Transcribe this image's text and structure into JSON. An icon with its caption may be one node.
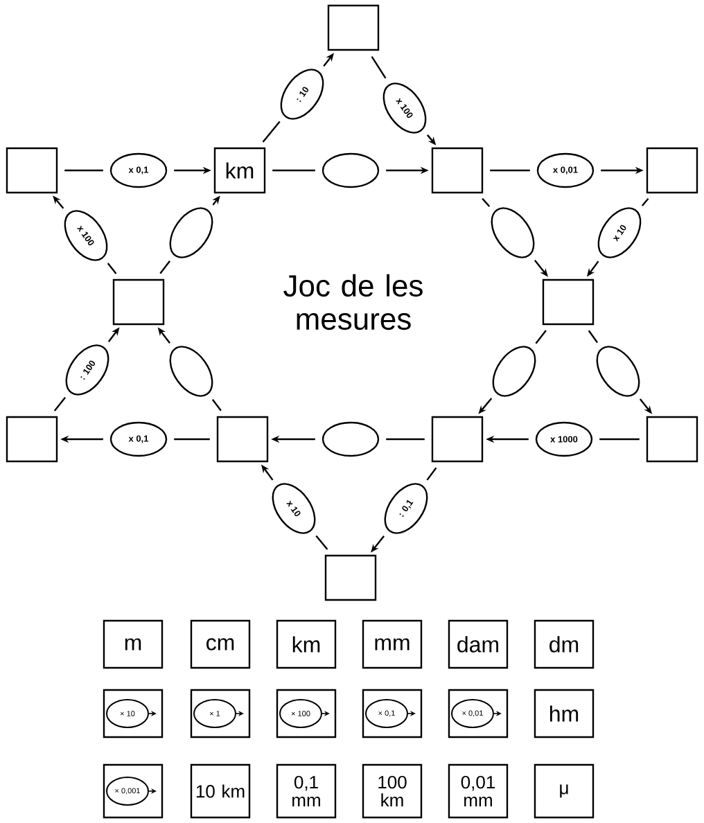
{
  "diagram": {
    "title": "Joc de les mesures",
    "nodes": [
      {
        "text": [],
        "shape": "box"
      },
      {
        "text": [],
        "shape": "box"
      },
      {
        "text": [
          "km"
        ]
      },
      {
        "text": [],
        "shape": "box"
      },
      {
        "text": [],
        "shape": "box"
      },
      {
        "text": [],
        "shape": "box"
      },
      {
        "text": [],
        "shape": "box"
      },
      {
        "text": [],
        "shape": "box"
      },
      {
        "text": [],
        "shape": "box"
      },
      {
        "text": [],
        "shape": "box"
      },
      {
        "text": [],
        "shape": "box"
      },
      {
        "text": [],
        "shape": "box"
      },
      {
        "text": [
          ": 10"
        ]
      },
      {
        "text": [
          "x 100"
        ]
      },
      {
        "text": [
          "x 0,1"
        ]
      },
      {
        "text": [],
        "shape": "ellipse"
      },
      {
        "text": [
          "x 0,01"
        ]
      },
      {
        "text": [
          "x 100"
        ]
      },
      {
        "text": [],
        "shape": "ellipse"
      },
      {
        "text": [],
        "shape": "ellipse"
      },
      {
        "text": [
          "x 10"
        ]
      },
      {
        "text": [
          ": 100"
        ]
      },
      {
        "text": [],
        "shape": "ellipse"
      },
      {
        "text": [],
        "shape": "ellipse"
      },
      {
        "text": [],
        "shape": "ellipse"
      },
      {
        "text": [
          "x 0,1"
        ]
      },
      {
        "text": [],
        "shape": "ellipse"
      },
      {
        "text": [
          "x 1000"
        ]
      },
      {
        "text": [
          "x 10"
        ]
      },
      {
        "text": [
          ": 0,1"
        ]
      },
      {
        "text": [
          "m"
        ]
      },
      {
        "text": [
          "cm"
        ]
      },
      {
        "text": [
          "km"
        ]
      },
      {
        "text": [
          "mm"
        ]
      },
      {
        "text": [
          "dam"
        ]
      },
      {
        "text": [
          "dm"
        ]
      },
      {
        "text": [],
        "shape": "box"
      },
      {
        "text": [
          "× 10"
        ],
        "in": 36
      },
      {
        "text": [],
        "shape": "box"
      },
      {
        "text": [
          "× 1"
        ],
        "in": 38
      },
      {
        "text": [],
        "shape": "box"
      },
      {
        "text": [
          "× 100"
        ],
        "in": 40
      },
      {
        "text": [],
        "shape": "box"
      },
      {
        "text": [
          "× 0,1"
        ],
        "in": 42
      },
      {
        "text": [],
        "shape": "box"
      },
      {
        "text": [
          "× 0,01"
        ],
        "in": 44
      },
      {
        "text": [
          "hm"
        ]
      },
      {
        "text": [],
        "shape": "box"
      },
      {
        "text": [
          "× 0,001"
        ],
        "in": 47
      },
      {
        "text": [
          "10 km"
        ]
      },
      {
        "text": [
          "0,1 mm"
        ]
      },
      {
        "text": [
          "100 km"
        ]
      },
      {
        "text": [
          "0,01 mm"
        ]
      },
      {
        "text": [
          "μ"
        ]
      }
    ],
    "edges": [
      {
        "from": 2,
        "to": 12,
        "arrow": "none"
      },
      {
        "from": 12,
        "to": 0,
        "arrow": "to"
      },
      {
        "from": 0,
        "to": 13,
        "arrow": "none"
      },
      {
        "from": 13,
        "to": 3,
        "arrow": "to"
      },
      {
        "from": 1,
        "to": 14,
        "arrow": "none"
      },
      {
        "from": 14,
        "to": 2,
        "arrow": "to"
      },
      {
        "from": 2,
        "to": 15,
        "arrow": "none"
      },
      {
        "from": 15,
        "to": 3,
        "arrow": "to"
      },
      {
        "from": 3,
        "to": 16,
        "arrow": "none"
      },
      {
        "from": 16,
        "to": 4,
        "arrow": "to"
      },
      {
        "from": 5,
        "to": 17,
        "arrow": "none"
      },
      {
        "from": 17,
        "to": 1,
        "arrow": "to"
      },
      {
        "from": 5,
        "to": 18,
        "arrow": "none"
      },
      {
        "from": 18,
        "to": 2,
        "arrow": "to"
      },
      {
        "from": 3,
        "to": 19,
        "arrow": "none"
      },
      {
        "from": 19,
        "to": 6,
        "arrow": "to"
      },
      {
        "from": 4,
        "to": 20,
        "arrow": "none"
      },
      {
        "from": 20,
        "to": 6,
        "arrow": "to"
      },
      {
        "from": 7,
        "to": 21,
        "arrow": "none"
      },
      {
        "from": 21,
        "to": 5,
        "arrow": "to"
      },
      {
        "from": 8,
        "to": 22,
        "arrow": "none"
      },
      {
        "from": 22,
        "to": 5,
        "arrow": "to"
      },
      {
        "from": 6,
        "to": 23,
        "arrow": "none"
      },
      {
        "from": 23,
        "to": 9,
        "arrow": "to"
      },
      {
        "from": 6,
        "to": 24,
        "arrow": "none"
      },
      {
        "from": 24,
        "to": 10,
        "arrow": "to"
      },
      {
        "from": 8,
        "to": 25,
        "arrow": "none"
      },
      {
        "from": 25,
        "to": 7,
        "arrow": "to"
      },
      {
        "from": 9,
        "to": 26,
        "arrow": "none"
      },
      {
        "from": 26,
        "to": 8,
        "arrow": "to"
      },
      {
        "from": 10,
        "to": 27,
        "arrow": "none"
      },
      {
        "from": 27,
        "to": 9,
        "arrow": "to"
      },
      {
        "from": 11,
        "to": 28,
        "arrow": "none"
      },
      {
        "from": 28,
        "to": 8,
        "arrow": "to"
      },
      {
        "from": 9,
        "to": 29,
        "arrow": "none"
      },
      {
        "from": 29,
        "to": 11,
        "arrow": "to"
      }
    ]
  }
}
